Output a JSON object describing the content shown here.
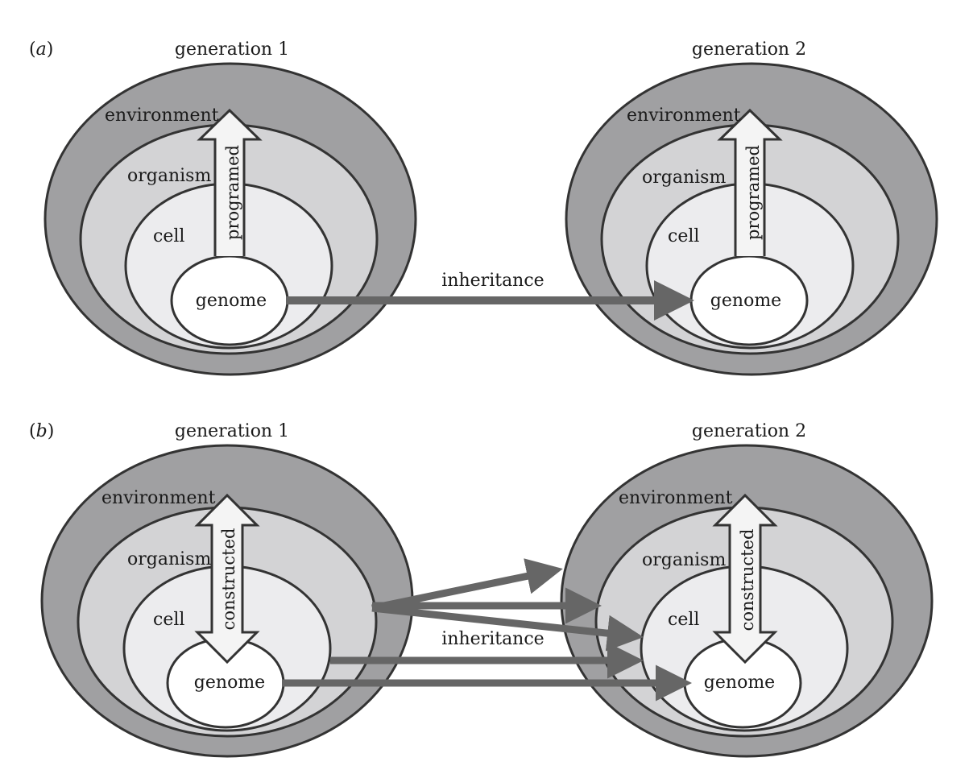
{
  "colors": {
    "environment": "#a0a0a2",
    "organism": "#d3d3d5",
    "cell": "#ececee",
    "genome": "#ffffff",
    "outline": "#333333",
    "inheritance_arrow": "#666666",
    "block_arrow_fill": "#f4f4f4"
  },
  "panels": [
    {
      "id": "a",
      "letter_open": "(",
      "letter": "a",
      "letter_close": ")",
      "generations": [
        {
          "title": "generation 1",
          "labels": {
            "environment": "environment",
            "organism": "organism",
            "cell": "cell",
            "genome": "genome"
          },
          "arrow_label": "programed",
          "arrow_style": "single"
        },
        {
          "title": "generation 2",
          "labels": {
            "environment": "environment",
            "organism": "organism",
            "cell": "cell",
            "genome": "genome"
          },
          "arrow_label": "programed",
          "arrow_style": "single"
        }
      ],
      "inheritance_label": "inheritance"
    },
    {
      "id": "b",
      "letter_open": "(",
      "letter": "b",
      "letter_close": ")",
      "generations": [
        {
          "title": "generation 1",
          "labels": {
            "environment": "environment",
            "organism": "organism",
            "cell": "cell",
            "genome": "genome"
          },
          "arrow_label": "constructed",
          "arrow_style": "double"
        },
        {
          "title": "generation 2",
          "labels": {
            "environment": "environment",
            "organism": "organism",
            "cell": "cell",
            "genome": "genome"
          },
          "arrow_label": "constructed",
          "arrow_style": "double"
        }
      ],
      "inheritance_label": "inheritance"
    }
  ]
}
